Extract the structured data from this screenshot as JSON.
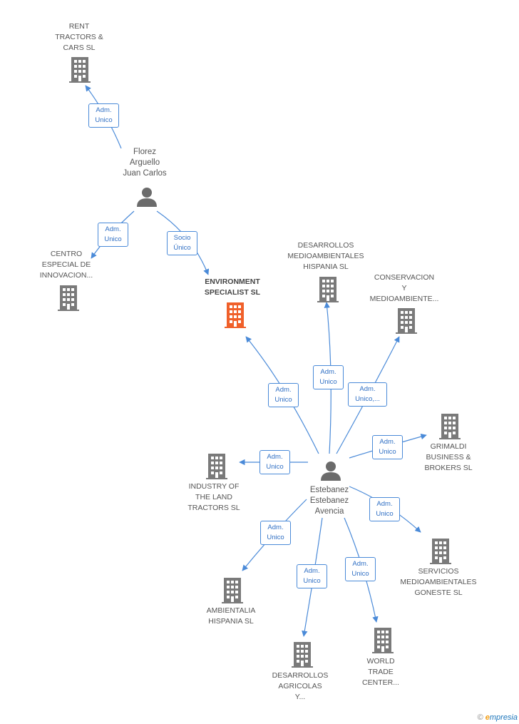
{
  "colors": {
    "company": "#7a7a7a",
    "main_company": "#f0602a",
    "person": "#6b6b6b",
    "edge": "#4a8ad8",
    "rel_text": "#2f6fc4"
  },
  "companies": {
    "rent": "RENT\nTRACTORS &\nCARS SL",
    "centro": "CENTRO\nESPECIAL DE\nINNOVACION...",
    "environment": "ENVIRONMENT\nSPECIALIST SL",
    "desarrollos_med": "DESARROLLOS\nMEDIOAMBIENTALES\nHISPANIA SL",
    "conservacion": "CONSERVACION\nY\nMEDIOAMBIENTE...",
    "grimaldi": "GRIMALDI\nBUSINESS &\nBROKERS SL",
    "industry": "INDUSTRY OF\nTHE LAND\nTRACTORS SL",
    "servicios": "SERVICIOS\nMEDIOAMBIENTALES\nGONESTE SL",
    "ambientalia": "AMBIENTALIA\nHISPANIA SL",
    "desarrollos_agr": "DESARROLLOS\nAGRICOLAS\nY...",
    "world": "WORLD\nTRADE\nCENTER..."
  },
  "persons": {
    "florez": "Florez\nArguello\nJuan Carlos",
    "estebanez": "Estebanez\nEstebanez\nAvencia"
  },
  "relations": {
    "r_rent": "Adm.\nUnico",
    "r_centro": "Adm.\nUnico",
    "r_env_florez": "Socio\nÚnico",
    "r_env_est": "Adm.\nUnico",
    "r_desarrollos_med": "Adm.\nUnico",
    "r_conservacion": "Adm.\nUnico,...",
    "r_grimaldi": "Adm.\nUnico",
    "r_industry": "Adm.\nUnico",
    "r_servicios": "Adm.\nUnico",
    "r_ambientalia": "Adm.\nUnico",
    "r_desarrollos_agr": "Adm.\nUnico",
    "r_world": "Adm.\nUnico"
  },
  "footer": {
    "copyright": "©",
    "brand_e": "e",
    "brand_rest": "mpresia"
  }
}
